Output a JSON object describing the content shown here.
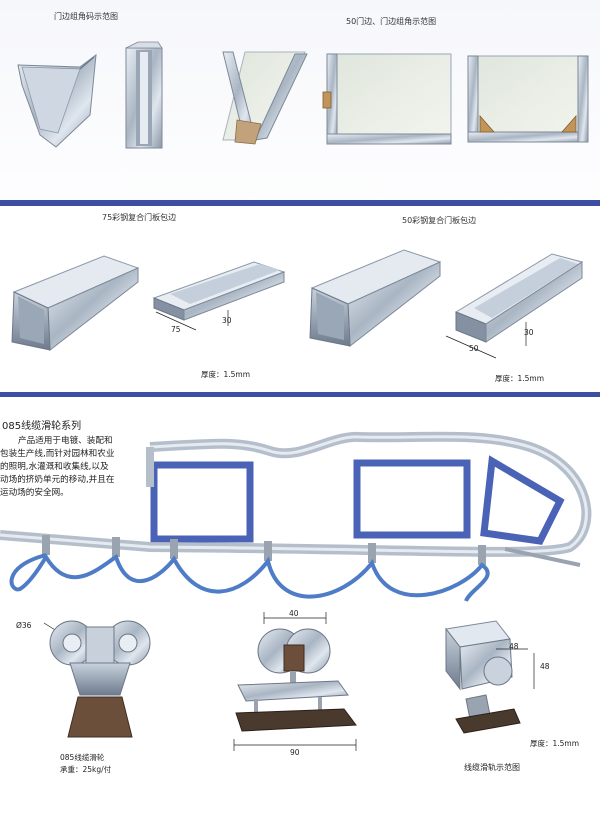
{
  "section1": {
    "caption_left": "门边组角码示范图",
    "caption_right": "50门边、门边组角示范图"
  },
  "section2": {
    "caption_left": "75彩钢复合门板包边",
    "caption_right": "50彩钢复合门板包边",
    "dim_75": "75",
    "dim_30a": "30",
    "dim_50": "50",
    "dim_30b": "30",
    "thickness_left": "厚度：1.5mm",
    "thickness_right": "厚度：1.5mm"
  },
  "section3": {
    "title": "085线缆滑轮系列",
    "paragraph": [
      "产品适用于电镀、装配和",
      "包装生产线,而针对园林和农业",
      "的照明,水灌溉和收集线,以及",
      "动场的挤奶单元的移动,并且在",
      "运动场的安全网。"
    ],
    "dim_36": "Ø36",
    "dim_40": "40",
    "dim_90": "90",
    "dim_48a": "48",
    "dim_48b": "48",
    "pulley_name": "085线缆滑轮",
    "pulley_load": "承重：25kg/付",
    "thickness": "厚度：1.5mm",
    "rail_caption": "线缆滑轨示范图"
  },
  "colors": {
    "band": "#3d4fa3",
    "frame_blue": "#4a63b6",
    "cable_blue": "#4f7cc6",
    "steel": "#b9c4d1"
  }
}
